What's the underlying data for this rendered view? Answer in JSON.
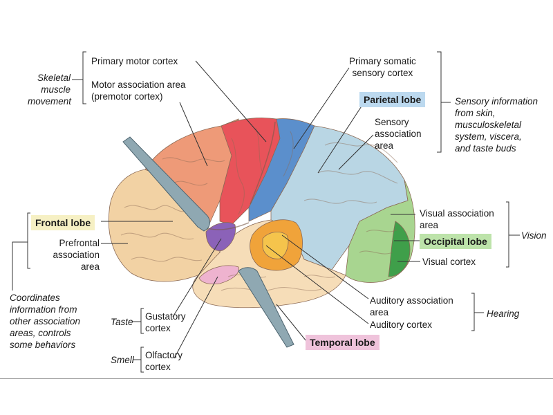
{
  "labels": {
    "primary_motor": "Primary motor cortex",
    "motor_assoc": "Motor association area\n(premotor cortex)",
    "skeletal": "Skeletal\nmuscle\nmovement",
    "primary_somatic": "Primary  somatic\nsensory  cortex",
    "parietal": "Parietal lobe",
    "sensory_assoc": "Sensory\nassociation\narea",
    "sensory_info": "Sensory information\nfrom skin,\nmusculoskeletal\nsystem, viscera,\nand taste buds",
    "frontal": "Frontal lobe",
    "prefrontal": "Prefrontal\nassociation\narea",
    "coordinates": "Coordinates\ninformation from\nother association\nareas, controls\nsome behaviors",
    "visual_assoc": "Visual association\narea",
    "vision": "Vision",
    "occipital": "Occipital lobe",
    "visual_cortex": "Visual cortex",
    "auditory_assoc": "Auditory association\narea",
    "hearing": "Hearing",
    "auditory_cortex": "Auditory cortex",
    "temporal": "Temporal lobe",
    "taste": "Taste",
    "gustatory": "Gustatory\ncortex",
    "smell": "Smell",
    "olfactory": "Olfactory\ncortex"
  },
  "colors": {
    "frontal": "#f2d2a4",
    "premotor": "#ee9a78",
    "motor": "#e8535a",
    "somatic": "#5b8fcc",
    "parietal": "#b9d6e4",
    "occipital": "#a8d590",
    "visual_cortex": "#3f9f4a",
    "temporal": "#f6ddb8",
    "auditory": "#f0a33a",
    "auditory_core": "#f5c44c",
    "gustatory": "#8b62b8",
    "olfactory": "#eeb3cf",
    "frontal_label_bg": "#f6f0c4",
    "parietal_label_bg": "#bcd9ef",
    "occipital_label_bg": "#bde3aa",
    "temporal_label_bg": "#efc3db"
  }
}
